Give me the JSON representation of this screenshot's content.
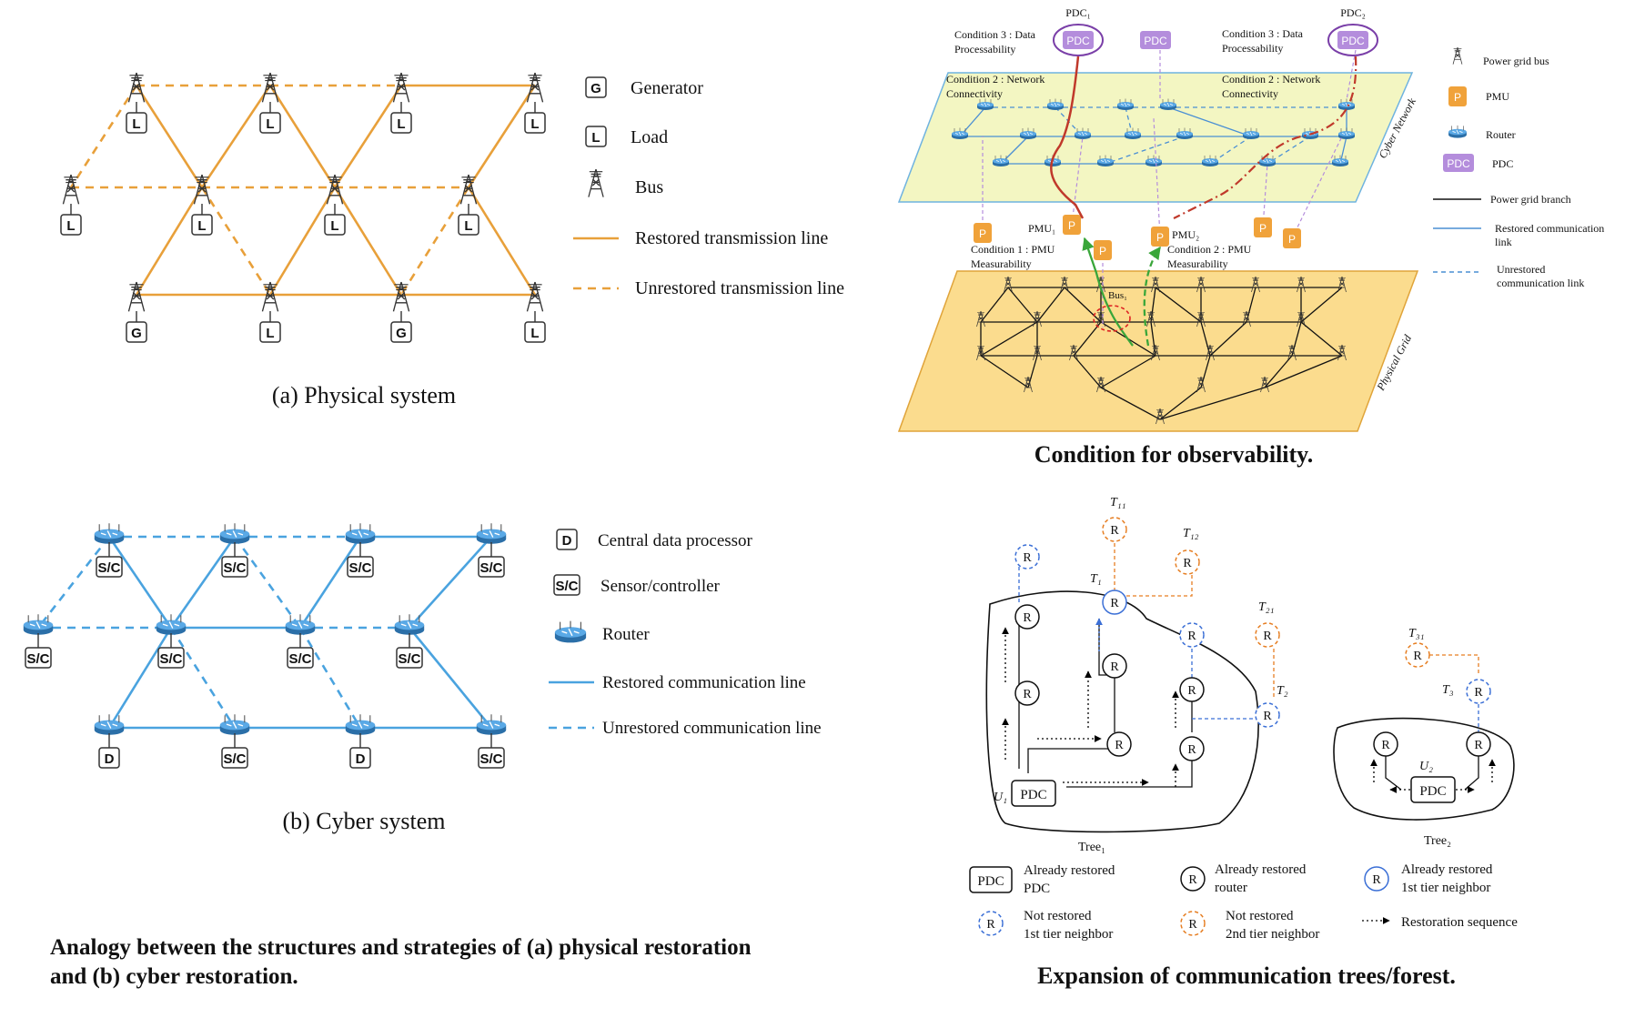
{
  "panel_a": {
    "caption": "(a) Physical system",
    "bus_labels": [
      "L",
      "L",
      "L",
      "L",
      "L",
      "L",
      "L",
      "L",
      "G",
      "L",
      "G",
      "L"
    ],
    "legend": {
      "generator_symbol": "G",
      "generator": "Generator",
      "load_symbol": "L",
      "load": "Load",
      "bus": "Bus",
      "restored": "Restored transmission line",
      "unrestored": "Unrestored transmission line"
    },
    "colors": {
      "line": "#e8a03a"
    }
  },
  "panel_b": {
    "caption": "(b) Cyber system",
    "node_labels": [
      "S/C",
      "S/C",
      "S/C",
      "S/C",
      "S/C",
      "S/C",
      "S/C",
      "S/C",
      "D",
      "S/C",
      "D",
      "S/C"
    ],
    "legend": {
      "cdp_symbol": "D",
      "cdp": "Central data processor",
      "sc_symbol": "S/C",
      "sc": "Sensor/controller",
      "router": "Router",
      "restored": "Restored communication line",
      "unrestored": "Unrestored communication line"
    },
    "colors": {
      "line": "#4aa3df"
    }
  },
  "analogy_caption": "Analogy between the structures and strategies of (a) physical restoration and (b) cyber restoration.",
  "panel_c": {
    "caption": "Condition for observability.",
    "pdc1": "PDC₁",
    "pdc2": "PDC₂",
    "pdc": "PDC",
    "cond3_left": [
      "Condition 3 : Data",
      "Processability"
    ],
    "cond3_right": [
      "Condition 3 : Data",
      "Processability"
    ],
    "cond2_left": [
      "Condition 2 : Network",
      "Connectivity"
    ],
    "cond2_right": [
      "Condition 2 : Network",
      "Connectivity"
    ],
    "cond1": [
      "Condition 1 : PMU",
      "Measurability"
    ],
    "cond2_pmu": [
      "Condition 2 : PMU",
      "Measurability"
    ],
    "pmu1": "PMU₁",
    "pmu2": "PMU₂",
    "bus1": "Bus₁",
    "pmu_symbol": "P",
    "cyber_network": "Cyber Network",
    "physical_grid": "Physical Grid",
    "legend": {
      "bus": "Power grid bus",
      "pmu": "PMU",
      "router": "Router",
      "pdc": "PDC",
      "branch": "Power grid branch",
      "restored": [
        "Restored communication",
        "link"
      ],
      "unrestored": [
        "Unrestored",
        "communication link"
      ]
    }
  },
  "panel_d": {
    "caption": "Expansion of communication trees/forest.",
    "r": "R",
    "pdc": "PDC",
    "t11": "T₁₁",
    "t12": "T₁₂",
    "t1": "T₁",
    "t21": "T₂₁",
    "t2": "T₂",
    "t31": "T₃₁",
    "t3": "T₃",
    "u1": "U₁",
    "u2": "U₂",
    "tree1": "Tree₁",
    "tree2": "Tree₂",
    "legend": {
      "restored_pdc": [
        "Already restored",
        "PDC"
      ],
      "restored_router": [
        "Already restored",
        "router"
      ],
      "restored_first": [
        "Already restored",
        "1st tier neighbor"
      ],
      "not_first": [
        "Not restored",
        "1st tier neighbor"
      ],
      "not_second": [
        "Not restored",
        "2nd tier neighbor"
      ],
      "sequence": "Restoration sequence"
    }
  }
}
